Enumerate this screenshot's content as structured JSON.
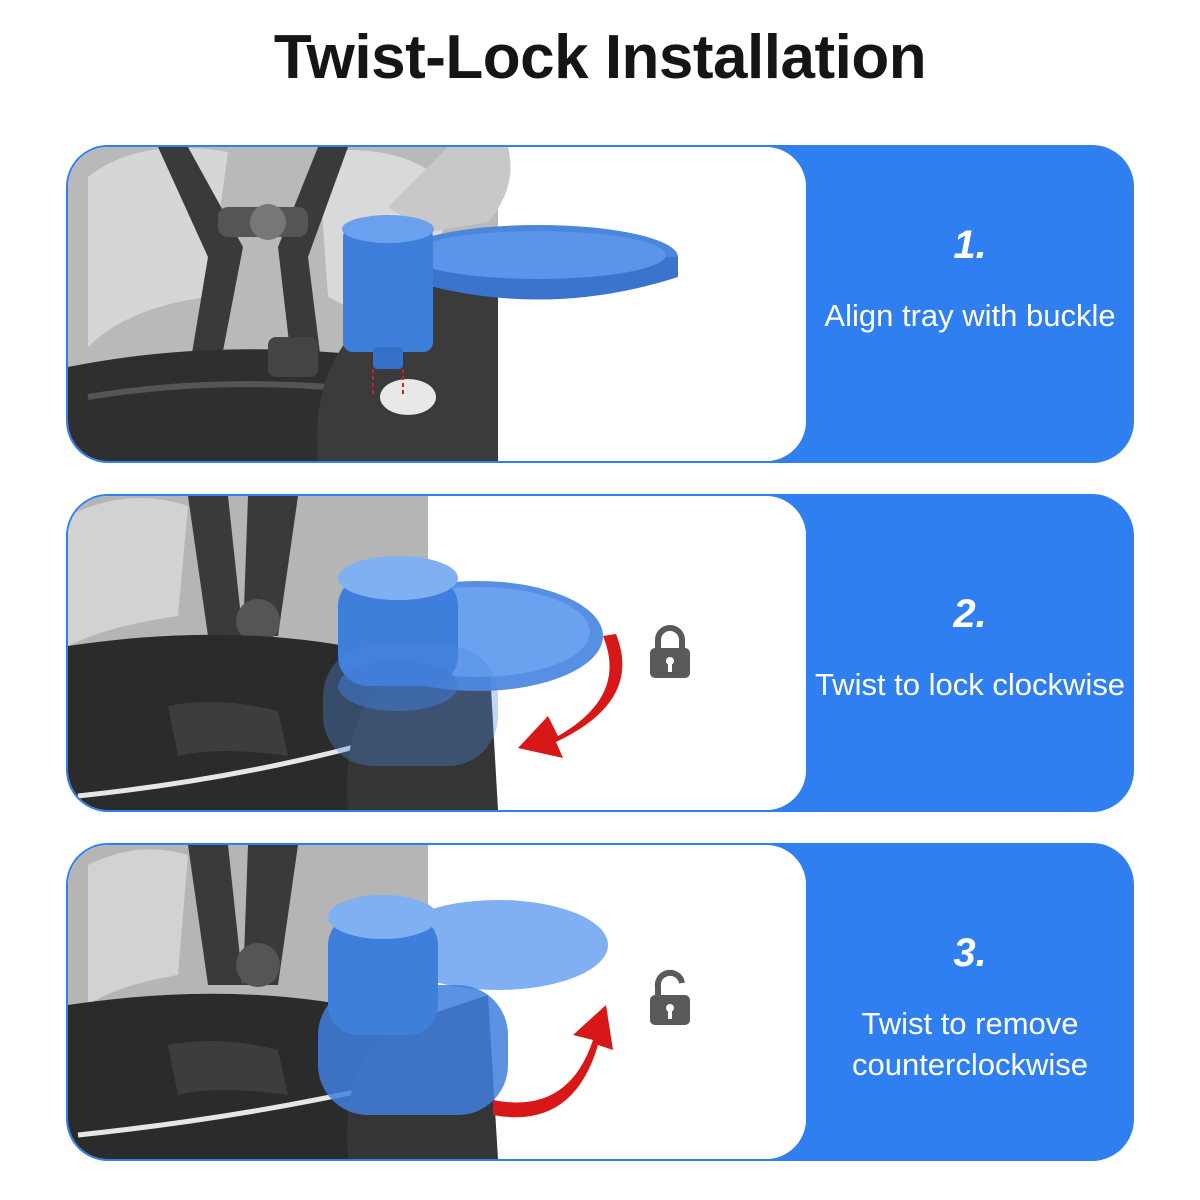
{
  "title": "Twist-Lock Installation",
  "steps": [
    {
      "number": "1.",
      "text": "Align tray with buckle",
      "lock_icon": ""
    },
    {
      "number": "2.",
      "text": "Twist to lock clockwise",
      "lock_icon": "lock-closed-icon"
    },
    {
      "number": "3.",
      "text": "Twist to remove counterclockwise",
      "lock_icon": "lock-open-icon"
    }
  ],
  "colors": {
    "accent_blue": "#2f7ff0",
    "tray_blue": "#3f7fdc",
    "arrow_red": "#d81818",
    "lock_gray": "#5a5a5a",
    "title_text": "#151515"
  }
}
